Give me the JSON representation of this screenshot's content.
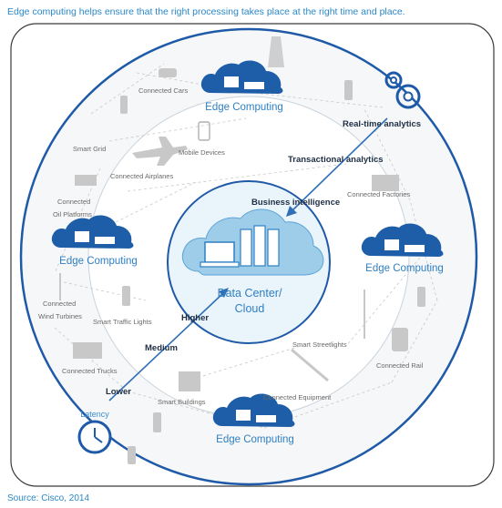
{
  "title": "Edge computing helps ensure that the right processing takes place at the right time and place.",
  "source": "Source: Cisco, 2014",
  "center": {
    "line1": "Data Center/",
    "line2": "Cloud"
  },
  "edge_nodes": [
    {
      "label": "Edge Computing"
    },
    {
      "label": "Edge Computing"
    },
    {
      "label": "Edge Computing"
    },
    {
      "label": "Edge Computing"
    }
  ],
  "analytics": {
    "realtime": "Real-time analytics",
    "transactional": "Transactional analytics",
    "business": "Business intelligence"
  },
  "latency": {
    "label": "Latency",
    "higher": "Higher",
    "medium": "Medium",
    "lower": "Lower"
  },
  "devices": {
    "connected_cars": "Connected Cars",
    "smart_grid": "Smart Grid",
    "mobile_devices": "Mobile Devices",
    "connected_airplanes": "Connected Airplanes",
    "connected_oil_platforms_1": "Connected",
    "connected_oil_platforms_2": "Oil Platforms",
    "connected_factories": "Connected Factories",
    "connected_wind_turbines_1": "Connected",
    "connected_wind_turbines_2": "Wind Turbines",
    "smart_traffic_lights": "Smart Traffic Lights",
    "smart_streetlights": "Smart Streetlights",
    "connected_rail": "Connected Rail",
    "connected_trucks": "Connected Trucks",
    "smart_buildings": "Smart Buildings",
    "connected_equipment": "Connected Equipment"
  },
  "colors": {
    "title_blue": "#2b88c8",
    "ring_blue": "#1f5aa8",
    "cloud_blue": "#2f7fc3",
    "cloud_light": "#eaf4fb",
    "latency_blue": "#2f6fb7",
    "icon_gray": "#b8b8b8"
  }
}
